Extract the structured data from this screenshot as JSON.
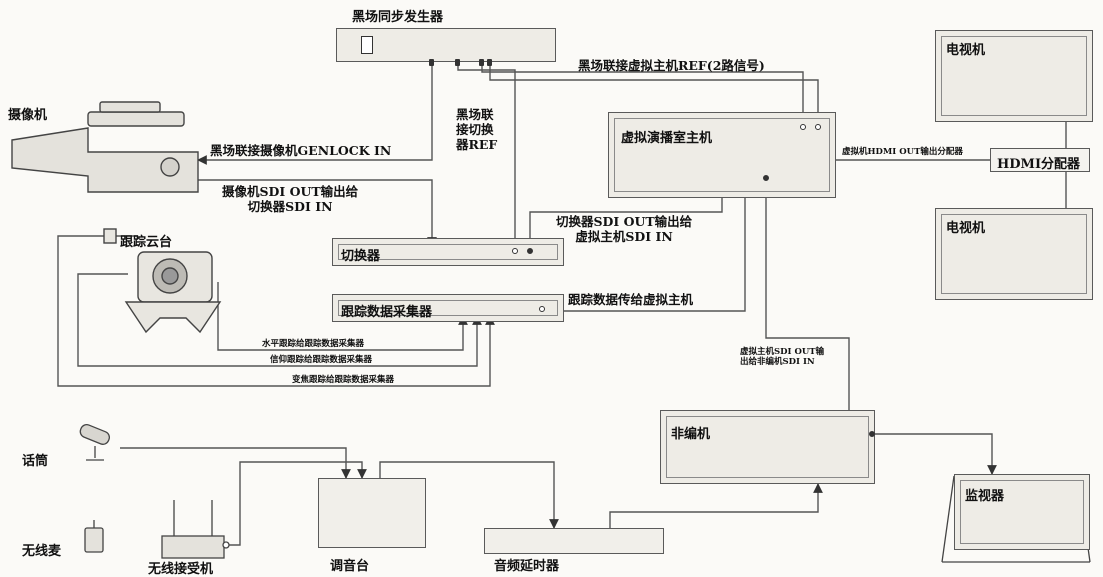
{
  "devices": {
    "sync_generator": "黑场同步发生器",
    "camera": "摄像机",
    "tracking_head": "跟踪云台",
    "switcher": "切换器",
    "tracking_collector": "跟踪数据采集器",
    "virtual_host": "虚拟演播室主机",
    "tv1": "电视机",
    "tv2": "电视机",
    "hdmi_splitter": "HDMI分配器",
    "nle": "非编机",
    "monitor": "监视器",
    "microphone": "话筒",
    "wireless_mic": "无线麦",
    "wireless_receiver": "无线接受机",
    "mixer": "调音台",
    "audio_delay": "音频延时器"
  },
  "connections": {
    "sync_to_host": "黑场联接虚拟主机REF(2路信号)",
    "sync_to_switcher": [
      "黑场联",
      "接切换",
      "器REF"
    ],
    "sync_to_camera": "黑场联接摄像机GENLOCK IN",
    "camera_to_switcher": [
      "摄像机SDI OUT输出给",
      "切换器SDI IN"
    ],
    "switcher_to_host": [
      "切换器SDI  OUT输出给",
      "虚拟主机SDI IN"
    ],
    "tracking_to_host": "跟踪数据传给虚拟主机",
    "host_to_hdmi": "虚拟机HDMI OUT输出分配器",
    "host_to_nle": [
      "虚拟主机SDI OUT输",
      "出给非编机SDI  IN"
    ],
    "pan_tracking": "水平跟踪给跟踪数据采集器",
    "tilt_tracking": "信仰跟踪给跟踪数据采集器",
    "zoom_tracking": "变焦跟踪给跟踪数据采集器"
  }
}
